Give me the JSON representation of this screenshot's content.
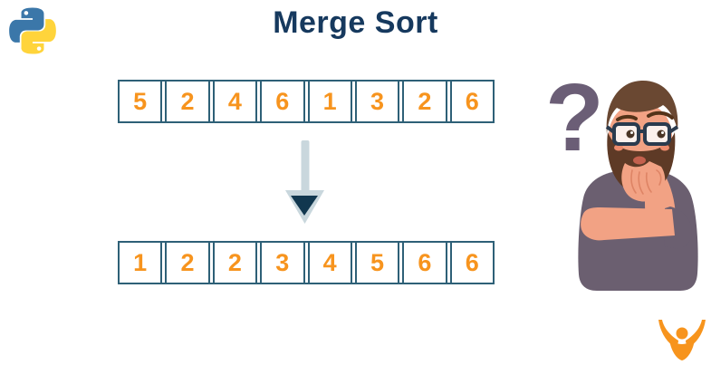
{
  "page": {
    "title": "Merge Sort"
  },
  "diagram": {
    "unsorted": {
      "cells": [
        "5",
        "2",
        "4",
        "6",
        "1",
        "3",
        "2",
        "6"
      ]
    },
    "sorted": {
      "cells": [
        "1",
        "2",
        "2",
        "3",
        "4",
        "5",
        "6",
        "6"
      ]
    },
    "arrow": "down-arrow"
  },
  "illustration": {
    "question_mark": "?"
  },
  "icons": {
    "top_left": "python-logo",
    "center": "down-arrow-icon",
    "right": "thinking-person-illustration",
    "bottom_right": "brand-logo-icon"
  },
  "colors": {
    "title": "#16395E",
    "array_border": "#2E6077",
    "array_number": "#F7941E",
    "arrow_shaft": "#C9D7DD",
    "arrow_head": "#11374F",
    "question_mark": "#6B5E76",
    "python_blue": "#3B77A9",
    "python_yellow": "#FFD43B",
    "brand_orange": "#F7941D",
    "shirt": "#6B5F70",
    "skin": "#F2A284",
    "hair": "#6A4832",
    "beard": "#5E3A26"
  }
}
